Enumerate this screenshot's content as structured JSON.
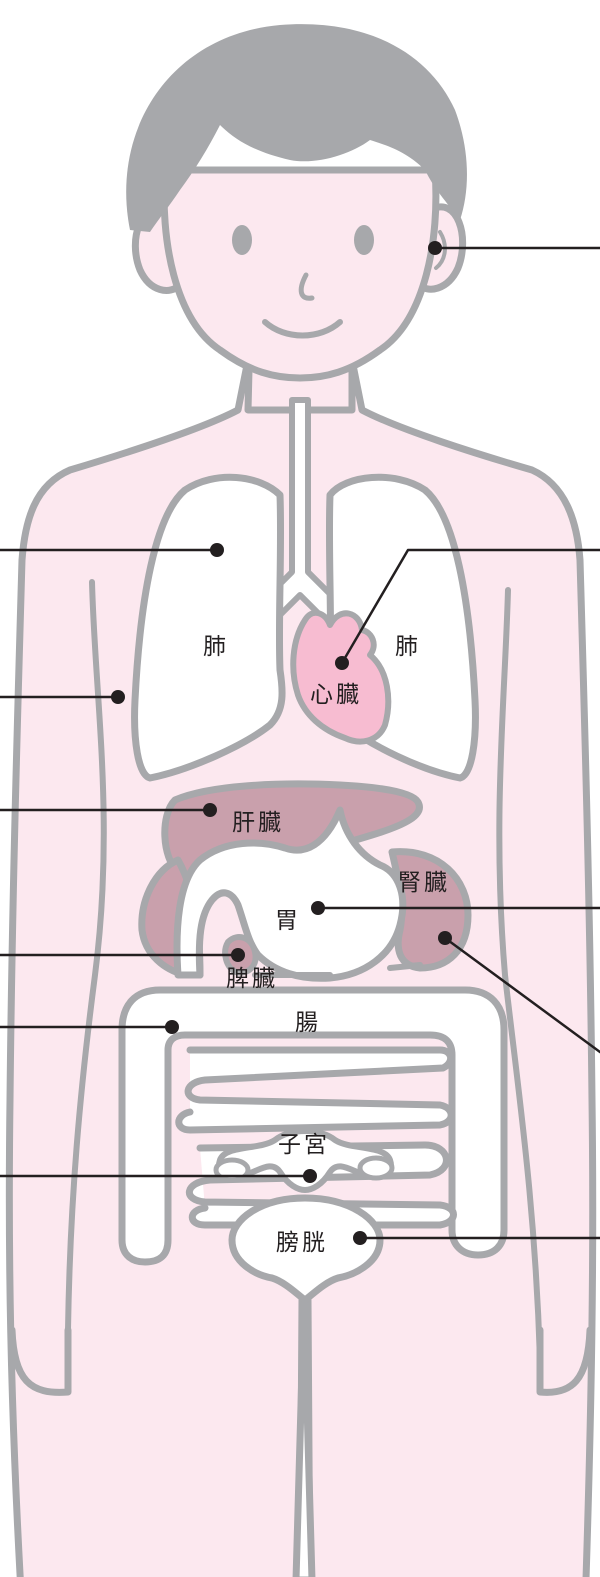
{
  "diagram": {
    "colors": {
      "outline": "#a7a8ab",
      "hair": "#a7a8ab",
      "skin": "#fce8ef",
      "organ_white": "#ffffff",
      "heart": "#f7bcd1",
      "dark_organ": "#c9a0ac",
      "leader": "#231f20"
    },
    "labels": {
      "lung_left": "肺",
      "lung_right": "肺",
      "heart": "心臓",
      "liver": "肝臓",
      "kidney": "腎臓",
      "stomach": "胃",
      "spleen": "脾臓",
      "intestine": "腸",
      "uterus": "子宮",
      "bladder": "膀胱"
    }
  }
}
